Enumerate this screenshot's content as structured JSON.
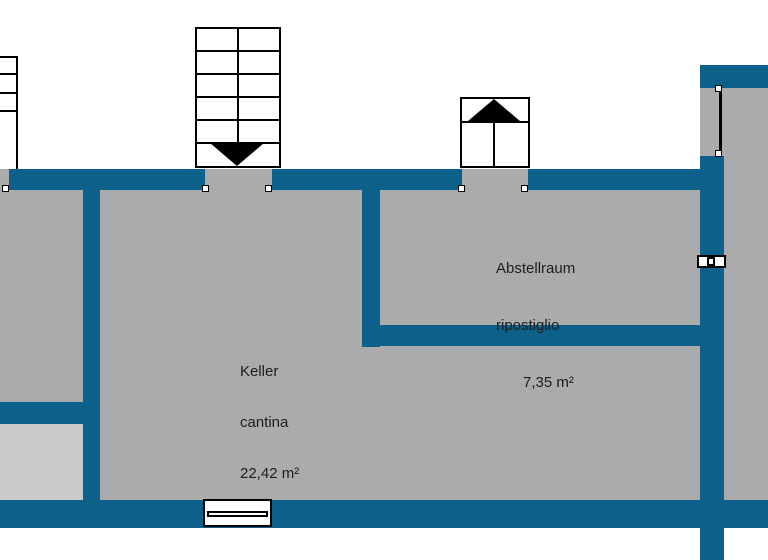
{
  "colors": {
    "wall": "#0c608a",
    "room": "#ababab",
    "room_light": "#c8cacb",
    "outline": "#000000",
    "text": "#1d1d1d"
  },
  "rooms": [
    {
      "name_de": "Keller",
      "name_it": "cantina",
      "area": "22,42 m²"
    },
    {
      "name_de": "Abstellraum",
      "name_it": "ripostiglio",
      "area": "7,35 m²"
    }
  ],
  "icons": [
    {
      "name": "stairs-down-arrow-icon",
      "glyph": "▼"
    },
    {
      "name": "stairs-up-arrow-icon",
      "glyph": "▲"
    }
  ]
}
